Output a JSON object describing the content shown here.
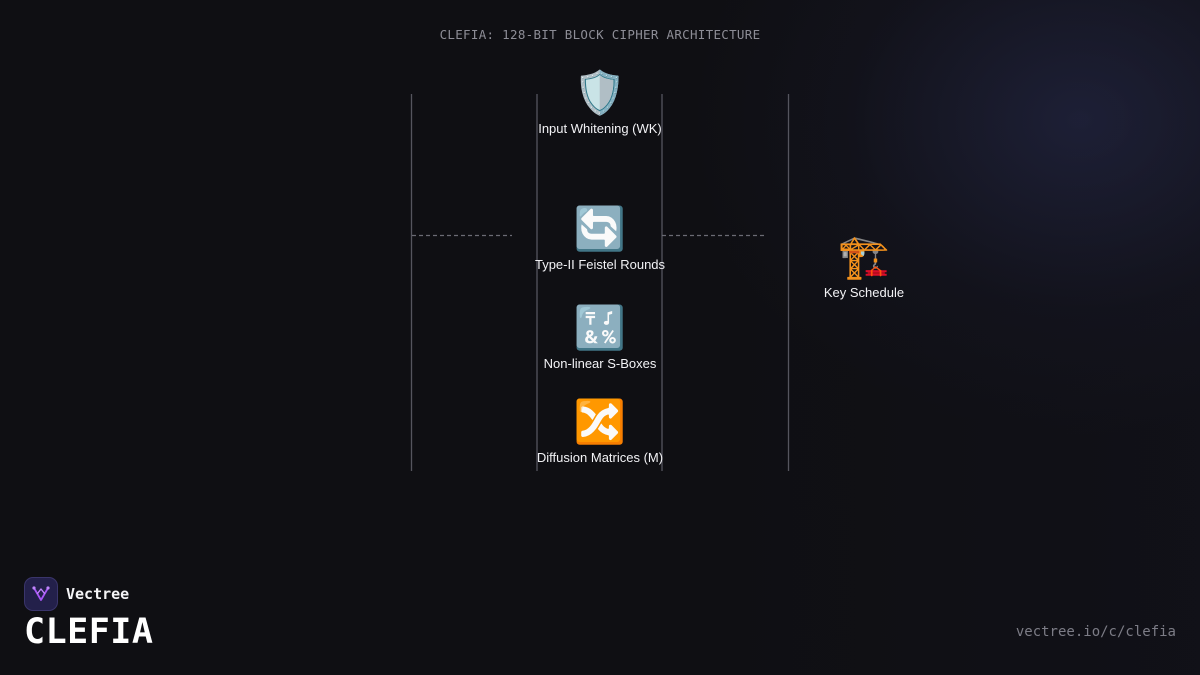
{
  "diagram": {
    "title": "CLEFIA: 128-BIT BLOCK CIPHER ARCHITECTURE",
    "nodes": [
      {
        "id": "input-whitening",
        "icon": "🛡️",
        "icon_name": "shield-icon",
        "label": "Input Whitening (WK)"
      },
      {
        "id": "feistel-rounds",
        "icon": "🔄",
        "icon_name": "rotate-arrows-icon",
        "label": "Type-II Feistel Rounds"
      },
      {
        "id": "s-boxes",
        "icon": "🔣",
        "icon_name": "symbols-icon",
        "label": "Non-linear S-Boxes"
      },
      {
        "id": "diffusion-matrices",
        "icon": "🔀",
        "icon_name": "shuffle-icon",
        "label": "Diffusion Matrices (M)"
      },
      {
        "id": "key-schedule",
        "icon": "🏗️",
        "icon_name": "construction-crane-icon",
        "label": "Key Schedule"
      }
    ],
    "colors": {
      "line": "#5a5a63",
      "dashed": "#6b6b74"
    }
  },
  "branding": {
    "brand_name": "Vectree",
    "product_name": "CLEFIA",
    "url": "vectree.io/c/clefia",
    "logo_color": "#a855f7"
  }
}
